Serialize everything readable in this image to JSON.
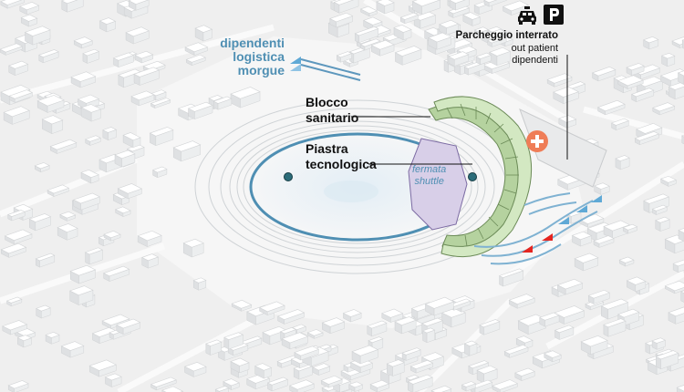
{
  "labels": {
    "staff_access": [
      "dipendenti",
      "logistica",
      "morgue"
    ],
    "health_block": [
      "Blocco",
      "sanitario"
    ],
    "tech_platform": [
      "Piastra",
      "tecnologica"
    ],
    "shuttle_stop": [
      "fermata",
      "shuttle"
    ],
    "parking_title": "Parcheggio interrato",
    "parking_sub": [
      "out patient",
      "dipendenti"
    ]
  },
  "icons": [
    "taxi-icon",
    "parking-icon",
    "first-aid-cross-icon",
    "access-arrow-icon"
  ],
  "colors": {
    "staff_blue": "#4f8fb3",
    "building_green": "#c9e3b8",
    "platform_purple": "#d8cfe8",
    "emergency_red": "#e52520",
    "first_aid_orange": "#ef7d57",
    "ground": "#f1f2f2",
    "buildings": "#ffffff",
    "marker": "#2c6d7a"
  }
}
